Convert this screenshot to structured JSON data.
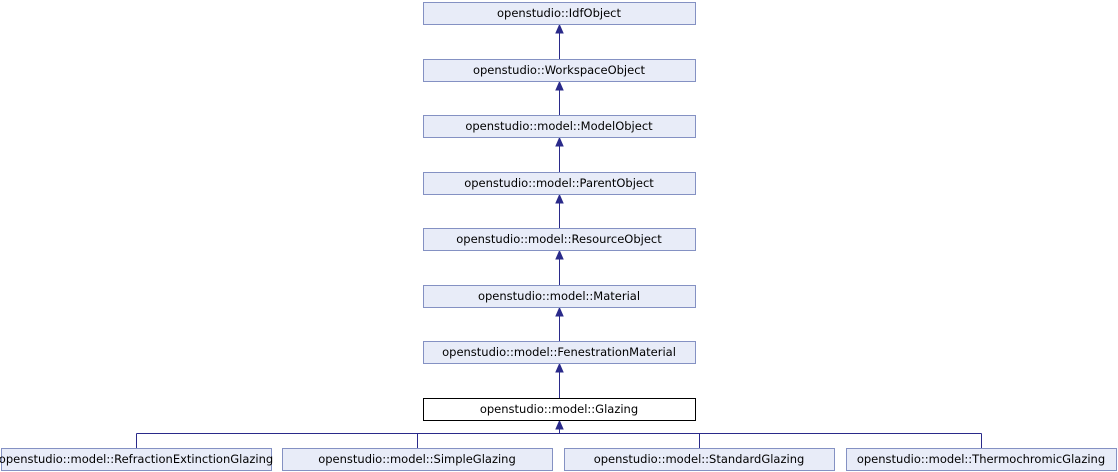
{
  "colors": {
    "node_fill": "#e8ecf8",
    "node_border": "#8491c3",
    "focus_fill": "#ffffff",
    "focus_border": "#000000",
    "edge": "#2a2a8a"
  },
  "chain": [
    {
      "label": "openstudio::IdfObject"
    },
    {
      "label": "openstudio::WorkspaceObject"
    },
    {
      "label": "openstudio::model::ModelObject"
    },
    {
      "label": "openstudio::model::ParentObject"
    },
    {
      "label": "openstudio::model::ResourceObject"
    },
    {
      "label": "openstudio::model::Material"
    },
    {
      "label": "openstudio::model::FenestrationMaterial"
    },
    {
      "label": "openstudio::model::Glazing",
      "focus": true
    }
  ],
  "children": [
    {
      "label": "openstudio::model::RefractionExtinctionGlazing"
    },
    {
      "label": "openstudio::model::SimpleGlazing"
    },
    {
      "label": "openstudio::model::StandardGlazing"
    },
    {
      "label": "openstudio::model::ThermochromicGlazing"
    }
  ]
}
